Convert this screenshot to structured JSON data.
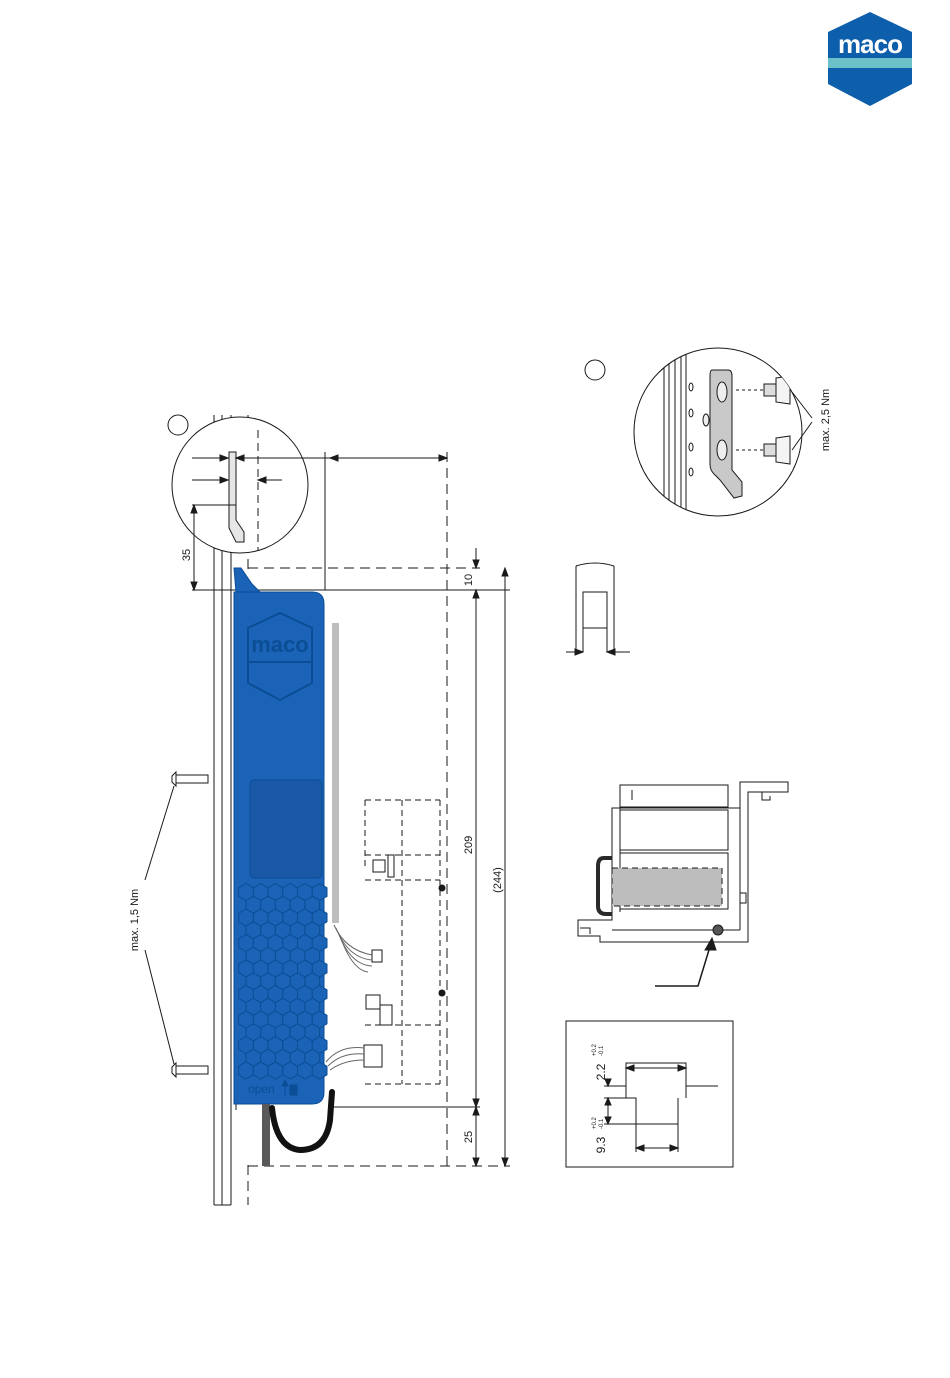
{
  "brand": {
    "logo_text": "maco",
    "device_logo_text": "maco",
    "blue": "#0d5eab",
    "device_blue": "#1b63b7",
    "teal": "#6cc0c8",
    "dark_blue": "#0b4e95"
  },
  "labels": {
    "torque_screws_left": "max. 1,5 Nm",
    "torque_screws_detail_b": "max. 2,5 Nm",
    "callout_a": "",
    "callout_b": "",
    "open_label": "open"
  },
  "dimensions": {
    "d35": "35",
    "d10": "10",
    "d209": "209",
    "d244": "(244)",
    "d25": "25",
    "groove_depth": "2.2",
    "groove_depth_tol_plus": "+0.2",
    "groove_depth_tol_minus": "-0.1",
    "groove_offset": "9.3",
    "groove_offset_tol_plus": "+0.2",
    "groove_offset_tol_minus": "-0.1"
  }
}
